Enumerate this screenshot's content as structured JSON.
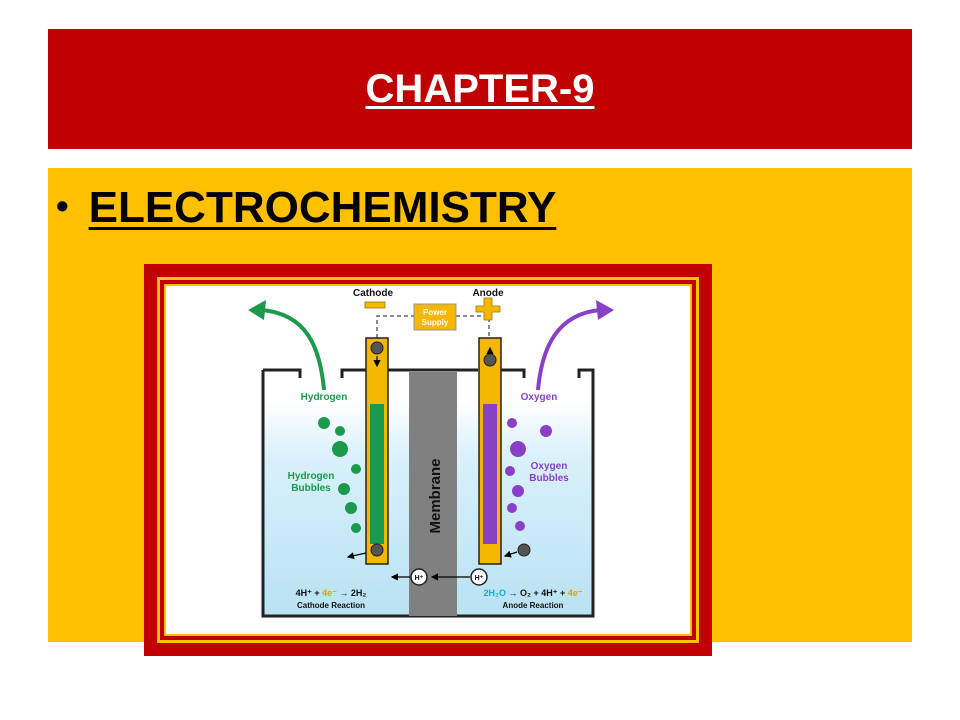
{
  "slide": {
    "title": "CHAPTER-9",
    "bullet_symbol": "•",
    "bullet_text": "ELECTROCHEMISTRY"
  },
  "diagram": {
    "cathode_label": "Cathode",
    "anode_label": "Anode",
    "cathode_sign": "−",
    "anode_sign": "+",
    "power_supply_line1": "Power",
    "power_supply_line2": "Supply",
    "hydrogen_label": "Hydrogen",
    "oxygen_label": "Oxygen",
    "hydrogen_bubbles_line1": "Hydrogen",
    "hydrogen_bubbles_line2": "Bubbles",
    "oxygen_bubbles_line1": "Oxygen",
    "oxygen_bubbles_line2": "Bubbles",
    "membrane_label": "Membrane",
    "electron_symbol": "e⁻",
    "proton_symbol": "H⁺",
    "cathode_eq": {
      "part1": "4H⁺ + ",
      "part2": "4e⁻",
      "part3": " → 2H₂"
    },
    "cathode_reaction_label": "Cathode Reaction",
    "anode_eq": {
      "part1": "2H₂O",
      "part2": " → O₂ + 4H⁺ + ",
      "part3": "4e⁻"
    },
    "anode_reaction_label": "Anode Reaction"
  },
  "colors": {
    "title_bar": "#c00000",
    "content_bg": "#ffc000",
    "frame": "#c00000",
    "hydrogen_green": "#1a9a4a",
    "oxygen_purple": "#8a3fc7",
    "electrode_yellow": "#f5b800",
    "membrane_gray": "#808080",
    "water_blue": "#bfe6f5"
  }
}
